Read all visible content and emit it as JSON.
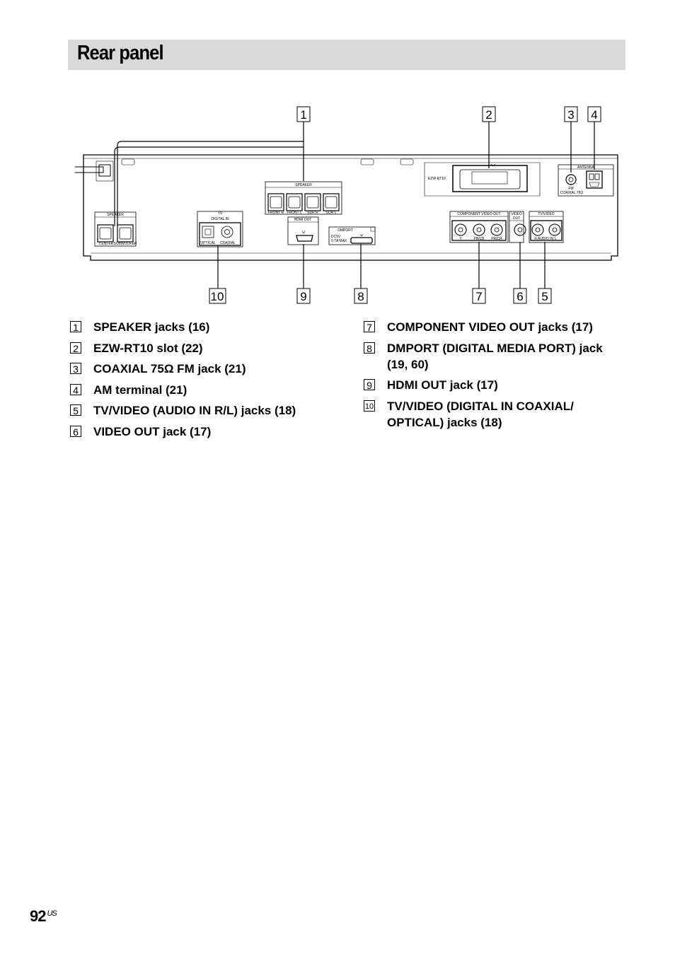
{
  "page": {
    "title": "Rear panel",
    "page_number": "92",
    "page_suffix": "US"
  },
  "diagram": {
    "callouts": [
      "1",
      "2",
      "3",
      "4",
      "5",
      "6",
      "7",
      "8",
      "9",
      "10"
    ],
    "labels": {
      "speaker_top": "SPEAKER",
      "front_r": "FRONT R",
      "front_l": "FRONT L",
      "surr_r": "SUR R",
      "surr_l": "SUR L",
      "speaker_left": "SPEAKER",
      "center": "CENTER",
      "subwoofer": "SUBWOOFER",
      "tv": "TV",
      "digital_in": "DIGITAL IN",
      "optical": "OPTICAL",
      "coaxial": "COAXIAL",
      "hdmi_out": "HDMI OUT",
      "dmport": "DMPORT",
      "dc5v": "DC5V",
      "amax": "0.7A MAX",
      "ezw": "EZW-RT10",
      "component_video_out": "COMPONENT VIDEO OUT",
      "y": "Y",
      "pb": "PB/CB",
      "pr": "PR/CR",
      "video": "VIDEO",
      "out": "OUT",
      "tv_video": "TV/VIDEO",
      "r": "R",
      "audio_in": "AUDIO IN",
      "l": "L",
      "antenna": "ANTENNA",
      "fm": "FM",
      "coaxial_75": "COAXIAL 75Ω"
    }
  },
  "legend_left": [
    {
      "num": "1",
      "text": "SPEAKER jacks (16)"
    },
    {
      "num": "2",
      "text": "EZW-RT10 slot (22)"
    },
    {
      "num": "3",
      "text": "COAXIAL 75Ω FM jack (21)"
    },
    {
      "num": "4",
      "text": "AM terminal (21)"
    },
    {
      "num": "5",
      "text": "TV/VIDEO (AUDIO IN R/L) jacks (18)"
    },
    {
      "num": "6",
      "text": "VIDEO OUT jack (17)"
    }
  ],
  "legend_right": [
    {
      "num": "7",
      "text": "COMPONENT VIDEO OUT jacks (17)"
    },
    {
      "num": "8",
      "text": "DMPORT (DIGITAL MEDIA PORT) jack (19, 60)"
    },
    {
      "num": "9",
      "text": "HDMI OUT jack (17)"
    },
    {
      "num": "10",
      "text": "TV/VIDEO (DIGITAL IN COAXIAL/ OPTICAL) jacks (18)"
    }
  ]
}
